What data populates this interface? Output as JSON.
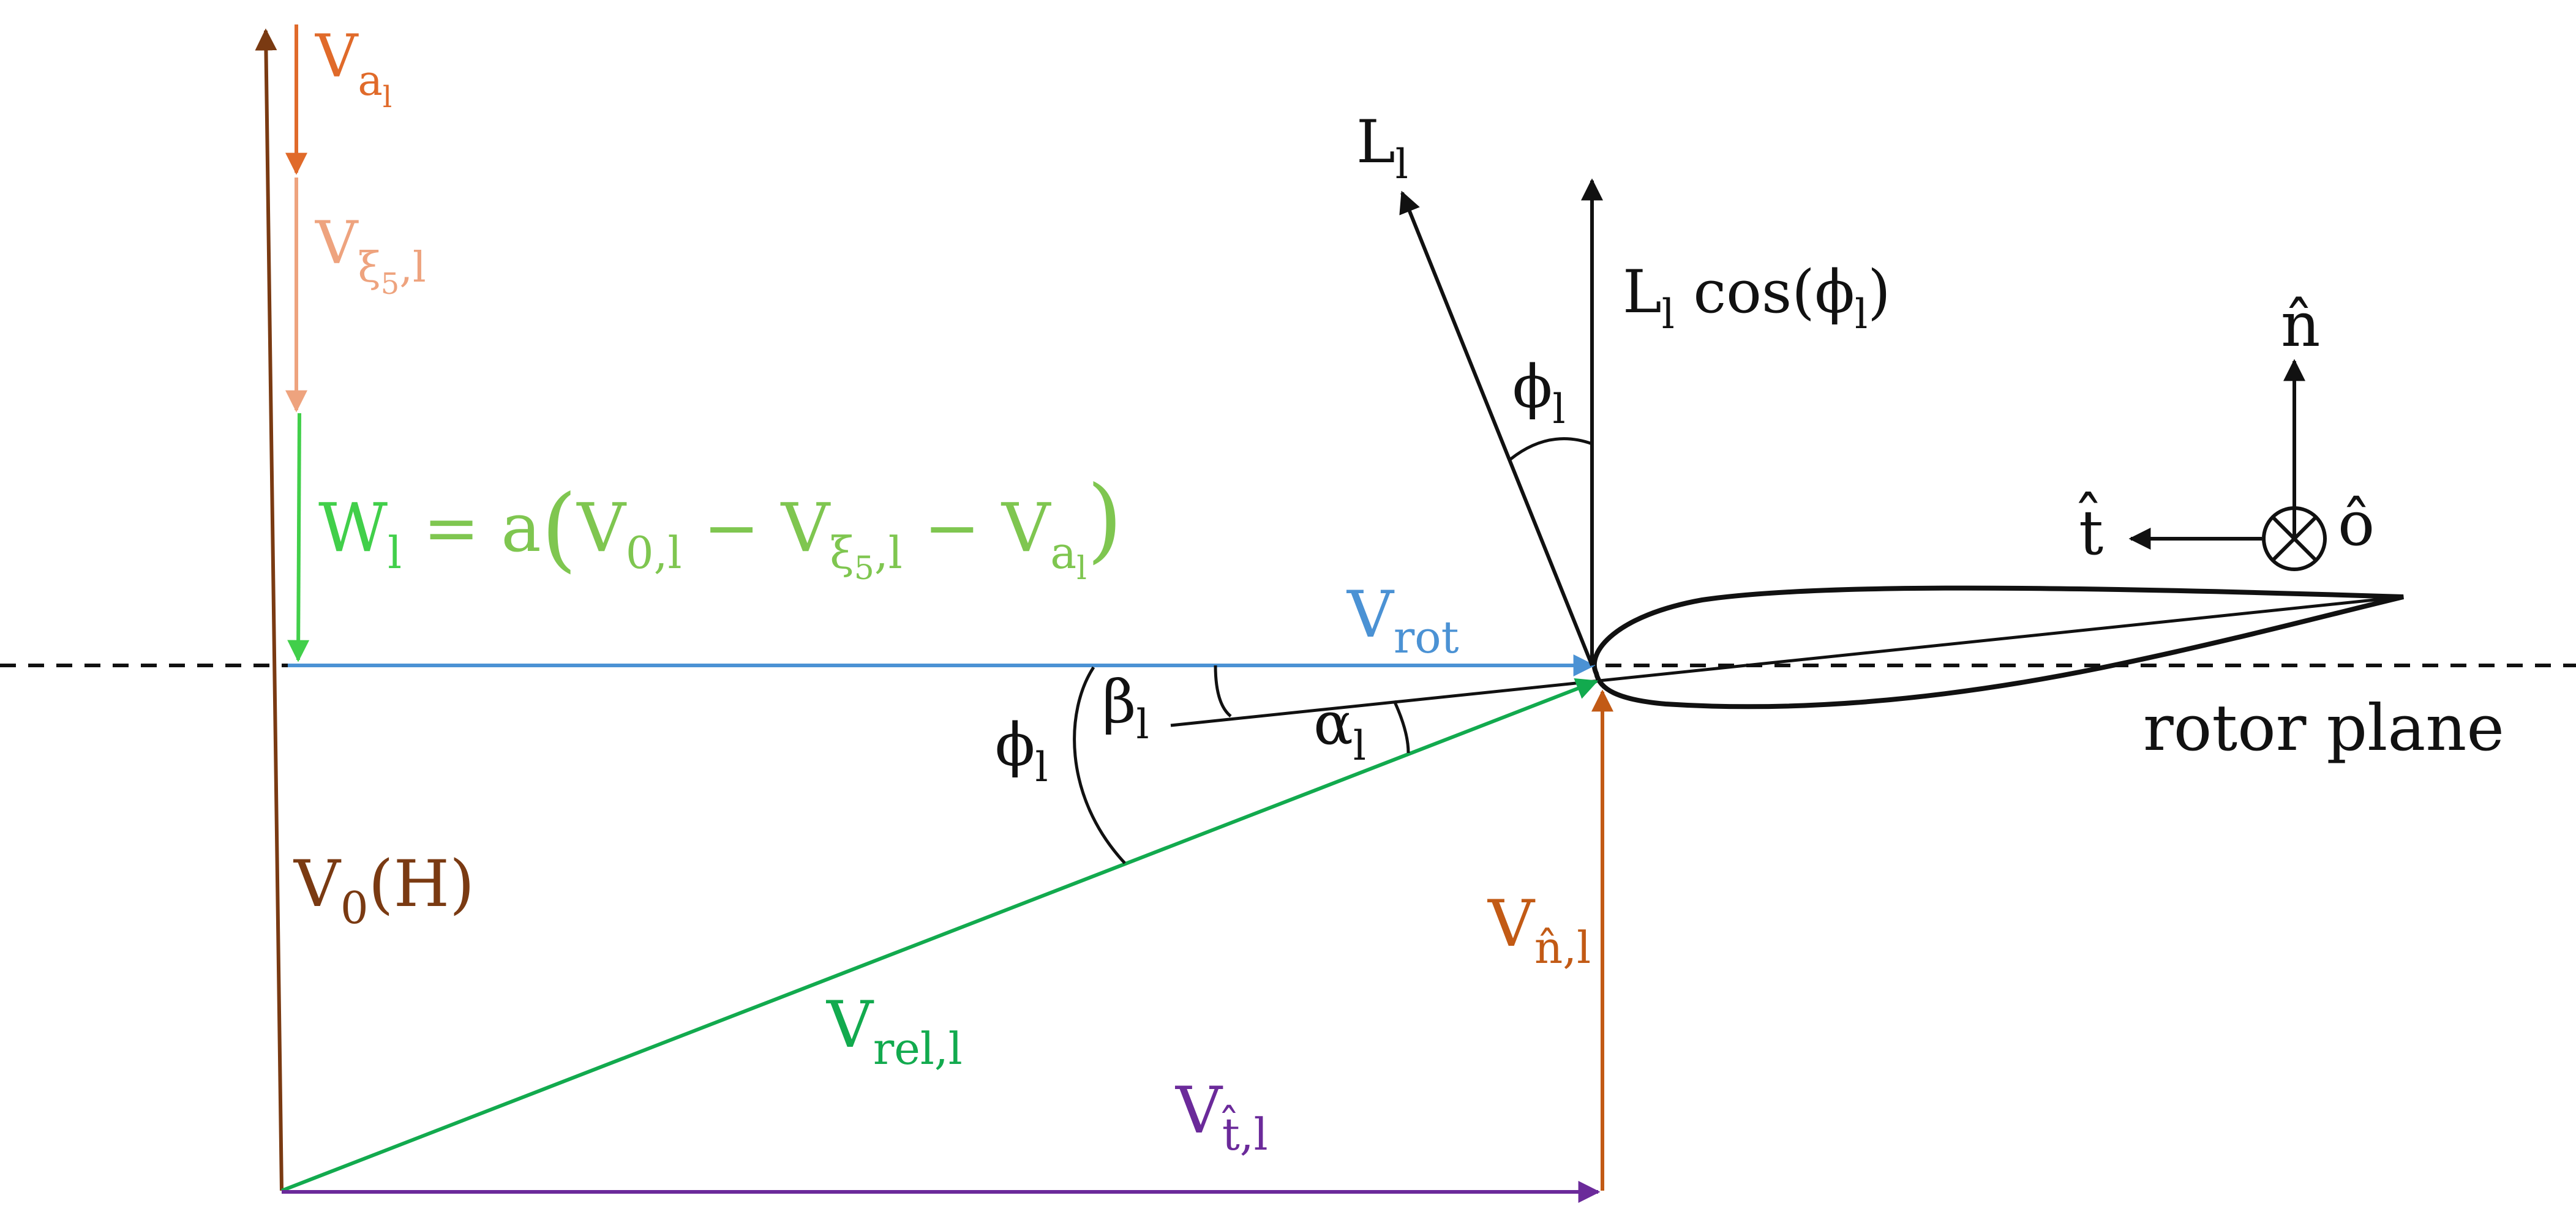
{
  "colors": {
    "black": "#111111",
    "v0_brown": "#7a3a12",
    "va_orange": "#e06a2a",
    "vxi_salmon": "#eea37e",
    "w_green": "#41cf4a",
    "w_text": "#7fc650",
    "vrot_blue": "#4b92d4",
    "vrel_green": "#12aa4e",
    "vt_purple": "#6b2a9a",
    "vn_orange": "#c25a15"
  },
  "labels": {
    "va": {
      "main": "V",
      "sub": "a",
      "subsub": "l"
    },
    "vxi": {
      "main": "V",
      "sub": "ξ",
      "subsub": "5",
      "tail": ",l"
    },
    "w": {
      "lhs_main": "W",
      "lhs_sub": "l",
      "eq": " = a",
      "t1_main": "V",
      "t1_sub": "0,l",
      "minus1": " − ",
      "t2_main": "V",
      "t2_sub": "ξ",
      "t2_subsub": "5",
      "t2_tail": ",l",
      "minus2": " − ",
      "t3_main": "V",
      "t3_sub": "a",
      "t3_subsub": "l"
    },
    "vrot": {
      "main": "V",
      "sub": "rot"
    },
    "lift": {
      "main": "L",
      "sub": "l"
    },
    "lcos": {
      "main": "L",
      "sub": "l",
      "func": " cos(",
      "phi": "ϕ",
      "phisub": "l",
      "close": ")"
    },
    "phi_top": {
      "main": "ϕ",
      "sub": "l"
    },
    "beta": {
      "main": "β",
      "sub": "l"
    },
    "alpha": {
      "main": "α",
      "sub": "l"
    },
    "phi_left": {
      "main": "ϕ",
      "sub": "l"
    },
    "v0h": {
      "main": "V",
      "sub": "0",
      "tail": "(H)"
    },
    "vrel": {
      "main": "V",
      "sub": "rel,l"
    },
    "vn": {
      "main": "V",
      "sub": "n̂,l"
    },
    "vt": {
      "main": "V",
      "sub": "t̂,l"
    },
    "n_hat": "n̂",
    "t_hat": "t̂",
    "o_hat": "ô",
    "rotor_plane": "rotor plane"
  }
}
